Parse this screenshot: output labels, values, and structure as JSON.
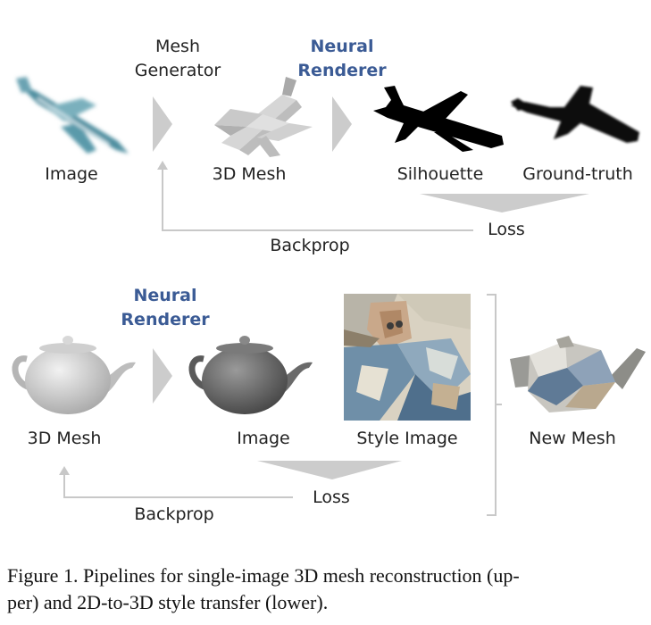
{
  "top": {
    "mesh_generator": [
      "Mesh",
      "Generator"
    ],
    "neural_renderer": [
      "Neural",
      "Renderer"
    ],
    "image": "Image",
    "mesh_3d": "3D Mesh",
    "silhouette": "Silhouette",
    "ground_truth": "Ground-truth",
    "loss": "Loss",
    "backprop": "Backprop"
  },
  "bottom": {
    "neural_renderer": [
      "Neural",
      "Renderer"
    ],
    "mesh_3d": "3D Mesh",
    "image": "Image",
    "style_image": "Style Image",
    "new_mesh": "New Mesh",
    "loss": "Loss",
    "backprop": "Backprop"
  },
  "caption": [
    "Figure 1. Pipelines for single-image 3D mesh reconstruction (up-",
    "per) and 2D-to-3D style transfer (lower)."
  ],
  "colors": {
    "neural_renderer": "#3b5b95",
    "arrow": "#cccccc",
    "line": "#c8c8c8"
  }
}
